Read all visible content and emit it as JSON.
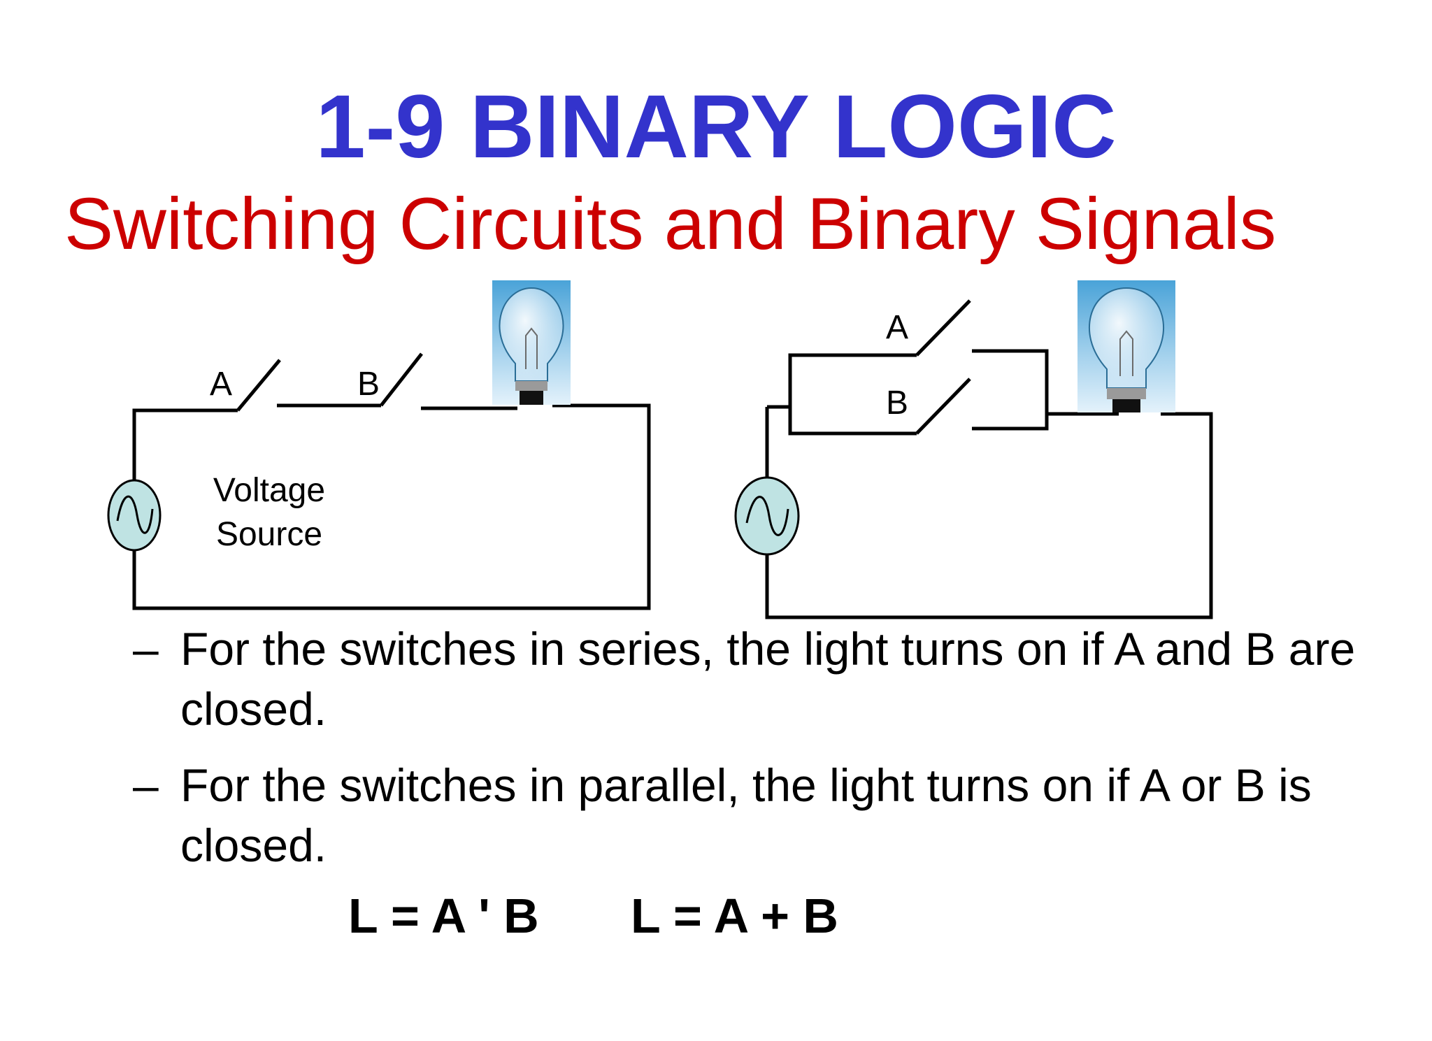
{
  "slide": {
    "title": "1-9 BINARY LOGIC",
    "subtitle": "Switching Circuits and Binary Signals"
  },
  "series_circuit": {
    "switch_a_label": "A",
    "switch_b_label": "B",
    "source_label_line1": "Voltage",
    "source_label_line2": "Source",
    "equation": "L = A ' B"
  },
  "parallel_circuit": {
    "switch_a_label": "A",
    "switch_b_label": "B",
    "equation": "L = A + B"
  },
  "bullets": [
    {
      "dash": "–",
      "text": "For the switches in series, the light turns on if A and B are closed."
    },
    {
      "dash": "–",
      "text": "For the switches in parallel, the light turns on if A or B is closed."
    }
  ],
  "colors": {
    "title": "#3333cc",
    "subtitle": "#cc0000",
    "source_fill": "#bfe3e3"
  }
}
